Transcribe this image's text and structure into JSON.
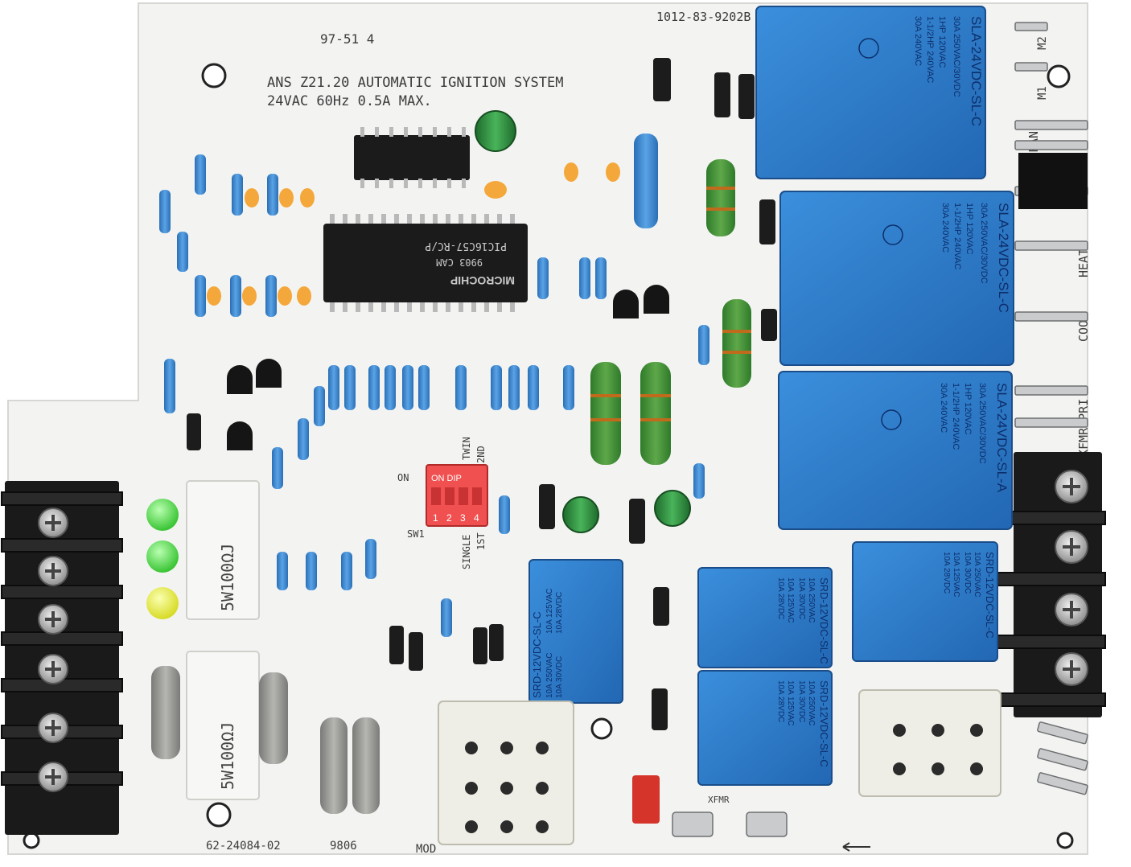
{
  "board": {
    "part_number": "1012-83-9202B",
    "model": "97-51 4",
    "title_line1": "ANS Z21.20 AUTOMATIC IGNITION SYSTEM",
    "title_line2": "24VAC 60Hz 0.5A MAX.",
    "bottom_code": "62-24084-02",
    "date_code": "9806",
    "mode_label": "MOD",
    "xfmr_label": "XFMR",
    "colors": {
      "pcb": "#f3f4f2",
      "relay": "#2f7fcd",
      "terminal": "#1b1b1b",
      "led_green": "#3fd03a",
      "led_yellow": "#e7ea22"
    }
  },
  "chip": {
    "brand": "MICROCHIP",
    "part": "PIC16C57-RC/P",
    "code": "9903 CAM"
  },
  "relays_large": [
    {
      "model": "SLA-24VDC-SL-C",
      "spec1": "30A 250VAC/30VDC",
      "spec2": "1HP 120VAC",
      "spec3": "1-1/2HP 240VAC",
      "spec4": "30A 240VAC"
    },
    {
      "model": "SLA-24VDC-SL-C",
      "spec1": "30A 250VAC/30VDC",
      "spec2": "1HP 120VAC",
      "spec3": "1-1/2HP 240VAC",
      "spec4": "30A 240VAC"
    },
    {
      "model": "SLA-24VDC-SL-A",
      "spec1": "30A 250VAC/30VDC",
      "spec2": "1HP 120VAC",
      "spec3": "1-1/2HP 240VAC",
      "spec4": "30A 240VAC"
    }
  ],
  "relays_small": [
    {
      "model": "SRD-12VDC-SL-C",
      "spec1": "10A 250VAC",
      "spec2": "10A 125VAC",
      "spec3": "10A 30VDC",
      "spec4": "10A 28VDC"
    },
    {
      "model": "SRD-12VDC-SL-C",
      "spec1": "10A 250VAC",
      "spec2": "10A 125VAC",
      "spec3": "10A 30VDC",
      "spec4": "10A 28VDC"
    },
    {
      "model": "SRD-12VDC-SL-C",
      "spec1": "10A 250VAC",
      "spec2": "10A 125VAC",
      "spec3": "10A 30VDC",
      "spec4": "10A 28VDC"
    },
    {
      "model": "SRD-12VDC-SL-C",
      "spec1": "10A 250VAC",
      "spec2": "10A 125VAC",
      "spec3": "10A 30VDC",
      "spec4": "10A 28VDC"
    }
  ],
  "power_resistors": [
    {
      "label": "5W100ΩJ"
    },
    {
      "label": "5W100ΩJ"
    }
  ],
  "dip_switch": {
    "on_label": "ON",
    "header": "ON  DIP",
    "numbers": [
      "1",
      "2",
      "3",
      "4"
    ],
    "ref": "SW1",
    "labels": [
      "SINGLE",
      "1ST",
      "TWIN",
      "2ND"
    ]
  },
  "edge_labels": {
    "m2": "M2",
    "m1": "M1",
    "fan": "FAN",
    "heat": "HEAT",
    "cool": "COOL",
    "xfmr_pri": "XFMR-PRI"
  }
}
